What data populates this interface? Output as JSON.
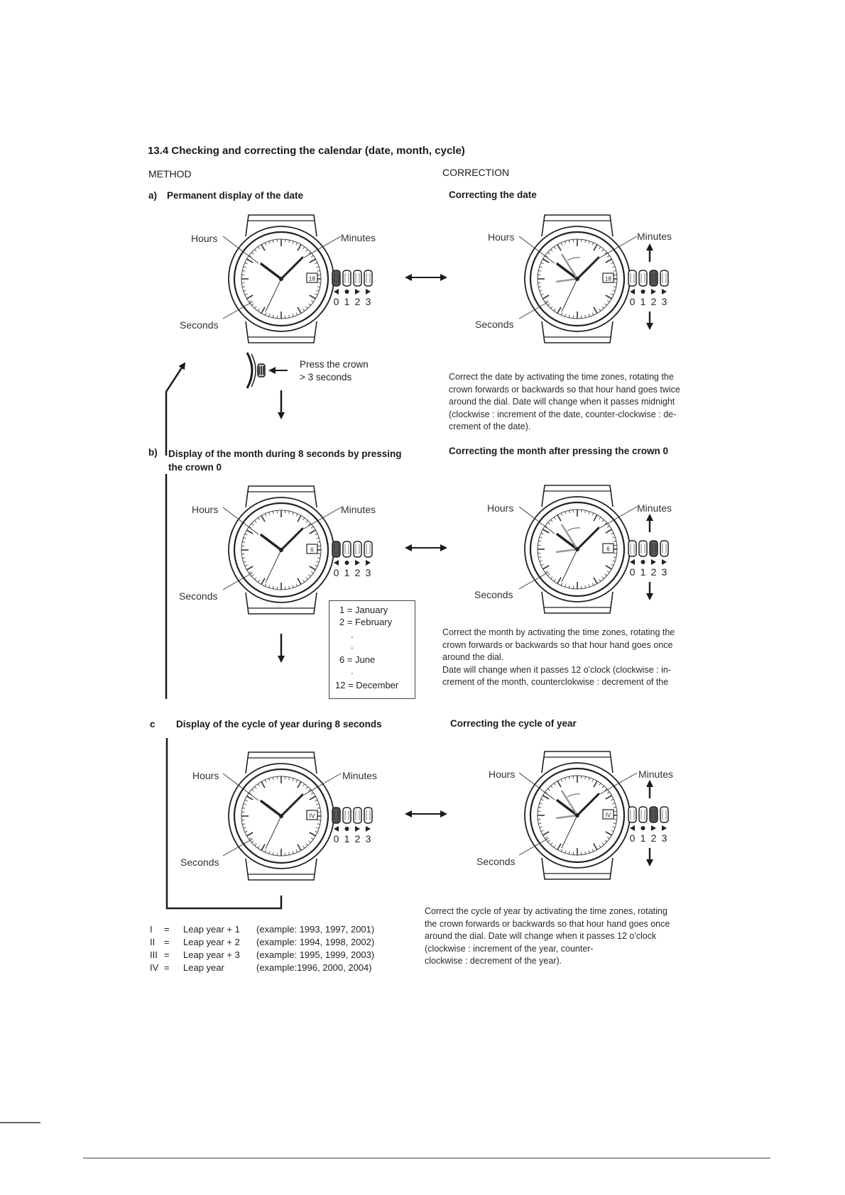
{
  "header": {
    "title": "13.4 Checking and correcting the calendar (date, month, cycle)",
    "method_label": "METHOD",
    "correction_label": "CORRECTION"
  },
  "labels": {
    "hours": "Hours",
    "minutes": "Minutes",
    "seconds": "Seconds"
  },
  "crown_positions": [
    "0",
    "1",
    "2",
    "3"
  ],
  "section_a": {
    "letter": "a)",
    "method_title": "Permanent display of the date",
    "correction_title": "Correcting the date",
    "date_window": "18",
    "press_text": [
      "Press the crown",
      "> 3 seconds"
    ],
    "correction_text": [
      "Correct the date by activating the time zones, rotating the",
      "crown forwards or backwards so that hour hand goes twice",
      "around the dial. Date will change when it passes midnight",
      "(clockwise : increment of the date, counter-clockwise : de-",
      "crement of the date)."
    ]
  },
  "section_b": {
    "letter": "b)",
    "method_title": [
      "Display of the month during 8 seconds by pressing",
      "the crown 0"
    ],
    "correction_title": "Correcting the month after pressing the crown 0",
    "date_window": "6",
    "months_box": [
      "1 = January",
      "2 = February",
      ".",
      ".",
      "6 = June",
      ".",
      "12 = December"
    ],
    "correction_text": [
      "Correct the month by activating the time zones, rotating the",
      "crown forwards or backwards so that hour hand goes once",
      "around the dial.",
      "Date will change when it passes 12 o'clock (clockwise : in-",
      "crement of the month, counterclokwise : decrement of the"
    ]
  },
  "section_c": {
    "letter": "c",
    "method_title": "Display of the cycle of year during 8 seconds",
    "correction_title": "Correcting the cycle of year",
    "date_window": "IV",
    "legend": [
      {
        "sym": "I",
        "eq": "=",
        "desc": "Leap year + 1",
        "example": "(example: 1993, 1997, 2001)"
      },
      {
        "sym": "II",
        "eq": "=",
        "desc": "Leap year + 2",
        "example": "(example: 1994, 1998, 2002)"
      },
      {
        "sym": "III",
        "eq": "=",
        "desc": "Leap year + 3",
        "example": "(example: 1995, 1999, 2003)"
      },
      {
        "sym": "IV",
        "eq": "=",
        "desc": "Leap year",
        "example": "(example:1996, 2000, 2004)"
      }
    ],
    "correction_text": [
      "Correct the cycle of year by activating the time zones, rotating",
      "the crown forwards or backwards so that hour hand goes once",
      "around the dial. Date will change when it passes 12 o'clock",
      "(clockwise : increment of the year, counter-",
      "clockwise : decrement of the year)."
    ]
  }
}
